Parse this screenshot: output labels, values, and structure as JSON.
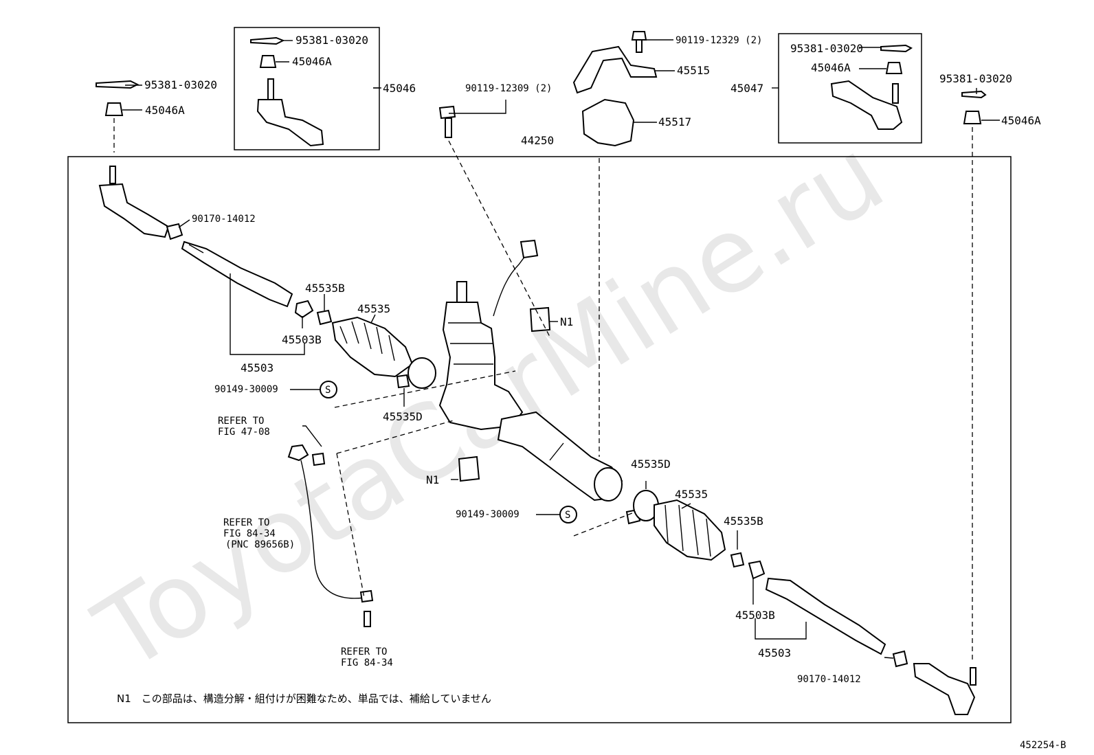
{
  "watermark": "ToyotaCarMine.ru",
  "labels": {
    "cotter_tl": "95381-03020",
    "nut_tl": "45046A",
    "box1_cotter": "95381-03020",
    "box1_nut": "45046A",
    "box1_assy": "45046",
    "bolt_top": "90119-12309 (2)",
    "bolt_bracket": "90119-12329 (2)",
    "bracket": "45515",
    "bushing": "45517",
    "rack_assy": "44250",
    "box2_assy": "45047",
    "box2_cotter": "95381-03020",
    "box2_nut": "45046A",
    "cotter_tr": "95381-03020",
    "nut_tr": "45046A",
    "jam_nut_l": "90170-14012",
    "clip_l": "45535B",
    "boot_l": "45535",
    "washer_l": "45503B",
    "tie_rod_l": "45503",
    "clamp_l_ref": "90149-30009",
    "clamp_l_s": "S",
    "clip_d_l": "45535D",
    "ref1_a": "REFER TO",
    "ref1_b": "FIG 47-08",
    "n1_top": "N1",
    "n1_bottom": "N1",
    "ref2_a": "REFER TO",
    "ref2_b": "FIG 84-34",
    "ref2_c": "(PNC 89656B)",
    "clamp_r_ref": "90149-30009",
    "clamp_r_s": "S",
    "clip_d_r": "45535D",
    "boot_r": "45535",
    "clip_r": "45535B",
    "washer_r": "45503B",
    "tie_rod_r": "45503",
    "ref3_a": "REFER TO",
    "ref3_b": "FIG 84-34",
    "jam_nut_r": "90170-14012",
    "note": "N1　この部品は、構造分解・組付けが困難なため、単品では、補給していません",
    "figure_id": "452254-B"
  }
}
